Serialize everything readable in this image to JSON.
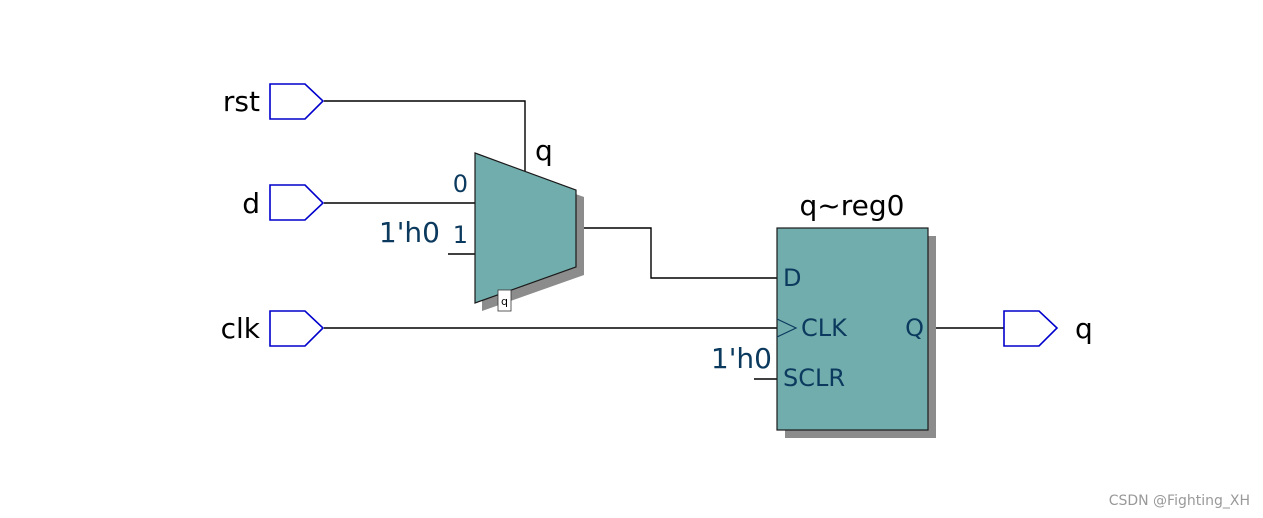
{
  "colors": {
    "wire": "#000000",
    "port_outline": "#0000cc",
    "block_fill": "#72adad",
    "block_shadow": "#8c8c8c",
    "pin_label": "#0b3a5e"
  },
  "ports": {
    "inputs": [
      {
        "name": "rst"
      },
      {
        "name": "d"
      },
      {
        "name": "clk"
      }
    ],
    "output": {
      "name": "q"
    }
  },
  "mux": {
    "instance_label": "q",
    "input0_label": "0",
    "input1_label": "1",
    "input1_constant": "1'h0",
    "select_tag": "q"
  },
  "register": {
    "instance_label": "q~reg0",
    "pins": {
      "d": "D",
      "clk": "CLK",
      "sclr": "SCLR",
      "q": "Q"
    },
    "sclr_constant": "1'h0"
  },
  "watermark": "CSDN @Fighting_XH"
}
